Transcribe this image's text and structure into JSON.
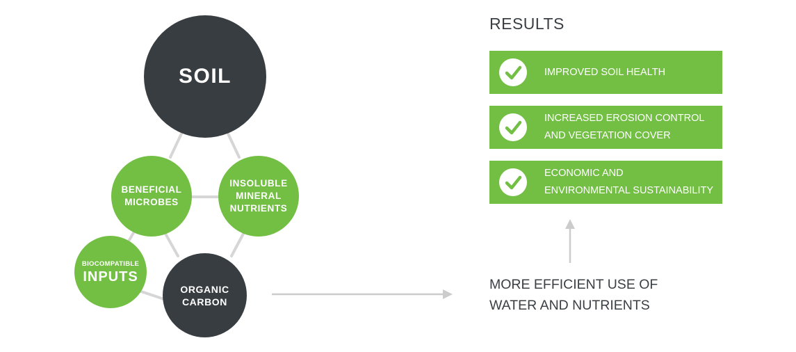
{
  "diagram": {
    "nodes": {
      "soil": {
        "lines": [
          "SOIL"
        ]
      },
      "microbes": {
        "lines": [
          "BENEFICIAL",
          "MICROBES"
        ]
      },
      "mineral": {
        "lines": [
          "INSOLUBLE",
          "MINERAL",
          "NUTRIENTS"
        ]
      },
      "inputs": {
        "small": "BIOCOMPATIBLE",
        "big": "INPUTS"
      },
      "carbon": {
        "lines": [
          "ORGANIC",
          "CARBON"
        ]
      }
    },
    "colors": {
      "dark": "#383d41",
      "green": "#72bf44",
      "connector": "#d6d6d6",
      "arrow": "#cccccc"
    }
  },
  "results": {
    "title": "RESULTS",
    "items": [
      {
        "lines": [
          "IMPROVED SOIL HEALTH"
        ]
      },
      {
        "lines": [
          "INCREASED EROSION CONTROL",
          "AND VEGETATION COVER"
        ]
      },
      {
        "lines": [
          "ECONOMIC AND",
          "ENVIRONMENTAL SUSTAINABILITY"
        ]
      }
    ]
  },
  "efficiency": {
    "lines": [
      "MORE EFFICIENT USE OF",
      "WATER AND NUTRIENTS"
    ]
  }
}
